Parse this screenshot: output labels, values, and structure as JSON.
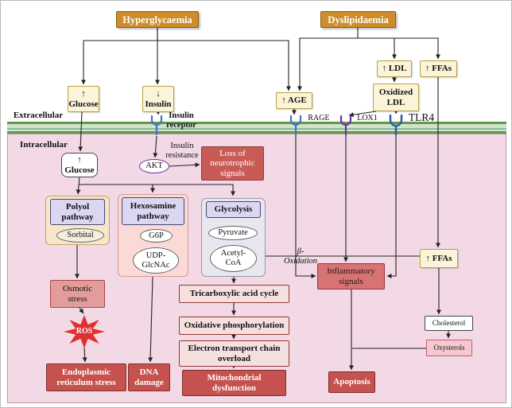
{
  "colors": {
    "title_bg": "#CE8D2B",
    "yellow_box_bg": "#FBF4D8",
    "red_dark": "#C5524E",
    "red_light": "#D97373",
    "lavender": "#DBD7F2",
    "membrane_green": "#5E9952",
    "intracellular_pink": "#F2D9E5",
    "ros_red": "#E03131",
    "receptor_blue": "#4472C4",
    "receptor_purple": "#7030A0"
  },
  "titles": {
    "hyperglycaemia": "Hyperglycaemia",
    "dyslipidaemia": "Dyslipidaemia"
  },
  "compartments": {
    "extracellular": "Extracellular",
    "intracellular": "Intracellular"
  },
  "receptors": {
    "insulin": "Insulin\nreceptor",
    "rage": "RAGE",
    "lox1": "LOX1",
    "tlr4": "TLR4"
  },
  "nodes": {
    "glucose_top": "↑\nGlucose",
    "insulin_top": "↓\nInsulin",
    "age": "↑ AGE",
    "ldl": "↑ LDL",
    "ffas_top": "↑ FFAs",
    "oxidized_ldl": "Oxidized\nLDL",
    "glucose_intra": "↑\nGlucose",
    "insulin_resistance": "Insulin\nresistance",
    "akt": "AKT",
    "loss_neurotrophic": "Loss of\nneurotrophic\nsignals",
    "polyol": "Polyol\npathway",
    "sorbital": "Sorbital",
    "hexosamine": "Hexosamine\npathway",
    "g6p": "G6P",
    "udp": "UDP-\nGlcNAc",
    "glycolysis": "Glycolysis",
    "pyruvate": "Pyruvate",
    "acetyl": "Acetyl-\nCoA",
    "beta_ox": "β-\nOxidation",
    "inflammatory": "Inflammatory\nsignals",
    "ffas_right": "↑ FFAs",
    "osmotic": "Osmotic\nstress",
    "tca": "Tricarboxylic acid cycle",
    "oxphos": "Oxidative phosphorylation",
    "etc_overload": "Electron transport chain\noverload",
    "mito": "Mitochondrial\ndysfunction",
    "ros": "ROS",
    "cholesterol": "Cholesterol",
    "oxysterols": "Oxysterols",
    "er_stress": "Endoplasmic\nreticulum stress",
    "dna_damage": "DNA\ndamage",
    "apoptosis": "Apoptosis"
  }
}
